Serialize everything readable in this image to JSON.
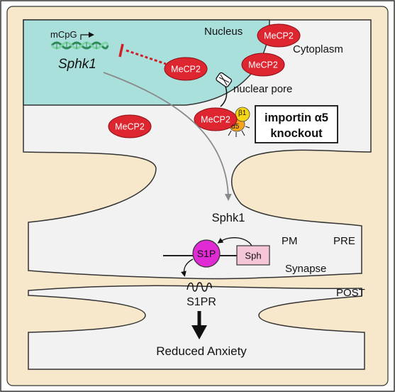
{
  "labels": {
    "mcpg": "mCpG",
    "gene": "Sphk1",
    "nucleus": "Nucleus",
    "cytoplasm": "Cytoplasm",
    "nuclear_pore": "nuclear pore",
    "importin_line1": "importin α5",
    "importin_line2": "knockout",
    "beta1": "β1",
    "alpha5": "α5",
    "sphk1_protein": "Sphk1",
    "pm": "PM",
    "pre": "PRE",
    "s1p": "S1P",
    "sph": "Sph",
    "synapse": "Synapse",
    "s1pr": "S1PR",
    "post": "POST",
    "outcome": "Reduced Anxiety"
  },
  "mecp2": [
    "MeCP2",
    "MeCP2",
    "MeCP2",
    "MeCP2",
    "MeCP2"
  ],
  "colors": {
    "background": "#f7e8cc",
    "neuron_fill": "#f2f2f2",
    "nucleus_fill": "#a9e0dc",
    "mecp2_red": "#dd2630",
    "inhibition_red": "#d01f27",
    "s1p_magenta": "#e02ad3",
    "sph_pink": "#f5c6d7",
    "beta1_yellow": "#f5d514",
    "alpha5_orange": "#f7a31b",
    "dna_green": "#2e8b57"
  }
}
